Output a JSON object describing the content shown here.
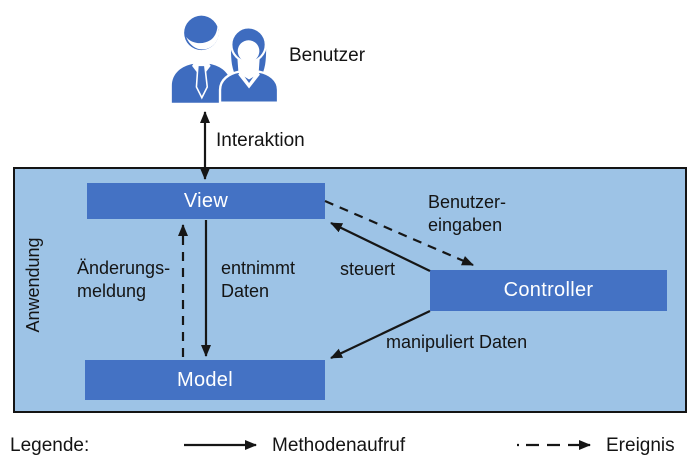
{
  "colors": {
    "component_blue": "#4472C4",
    "container_light_blue": "#9DC3E6",
    "icon_blue": "#3E6CBF",
    "arrow_black": "#161616",
    "component_text": "#FFFFFF"
  },
  "actor": {
    "benutzer_label": "Benutzer"
  },
  "container": {
    "anwendung_label": "Anwendung"
  },
  "boxes": {
    "view": "View",
    "controller": "Controller",
    "model": "Model"
  },
  "edge_labels": {
    "interaktion": "Interaktion",
    "aenderungsmeldung": {
      "line1": "Änderungs-",
      "line2": "meldung"
    },
    "entnimmt_daten": {
      "line1": "entnimmt",
      "line2": "Daten"
    },
    "steuert": "steuert",
    "benutzereingaben": {
      "line1": "Benutzer-",
      "line2": "eingaben"
    },
    "manipuliert_daten": "manipuliert Daten"
  },
  "legend": {
    "title": "Legende:",
    "solid_label": "Methodenaufruf",
    "dashed_label": "Ereignis"
  }
}
